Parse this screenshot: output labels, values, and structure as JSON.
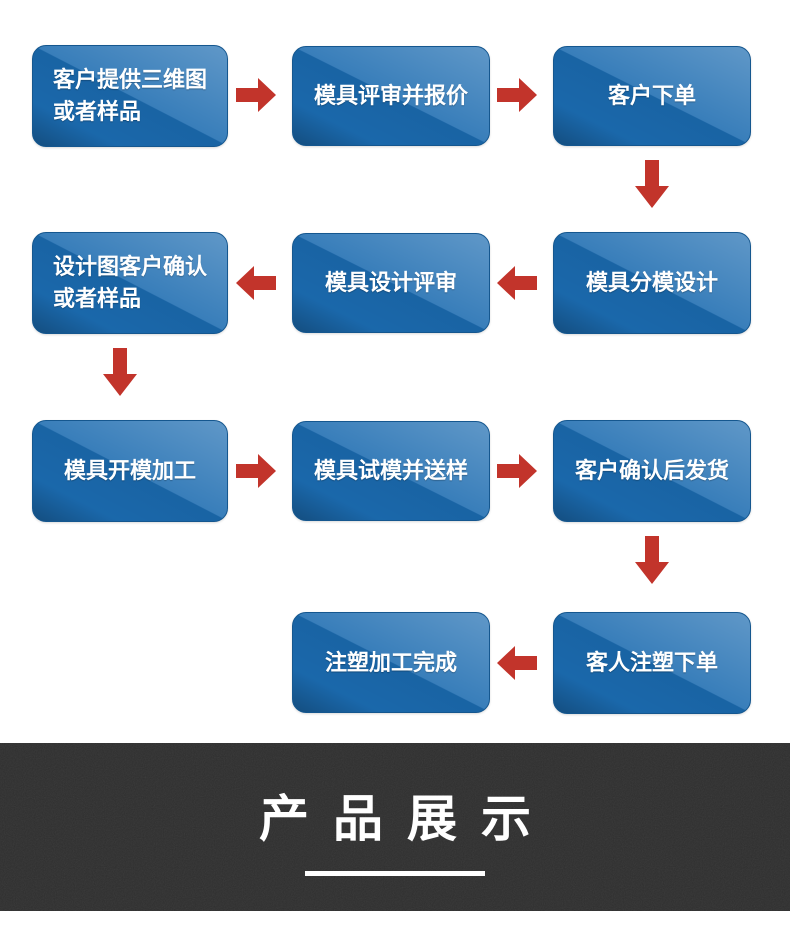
{
  "colors": {
    "page_bg": "#ffffff",
    "box_blue": "#1b6bb0",
    "box_border": "#15578f",
    "arrow_red": "#c2342b",
    "banner_bg": "#2e2e2e",
    "banner_text": "#ffffff"
  },
  "flowchart": {
    "boxes": [
      {
        "label": "客户提供三维图\n或者样品"
      },
      {
        "label": "模具评审并报价"
      },
      {
        "label": "客户下单"
      },
      {
        "label": "模具分模设计"
      },
      {
        "label": "模具设计评审"
      },
      {
        "label": "设计图客户确认\n或者样品"
      },
      {
        "label": "模具开模加工"
      },
      {
        "label": "模具试模并送样"
      },
      {
        "label": "客户确认后发货"
      },
      {
        "label": "客人注塑下单"
      },
      {
        "label": "注塑加工完成"
      }
    ]
  },
  "banner": {
    "title": "产品展示"
  }
}
